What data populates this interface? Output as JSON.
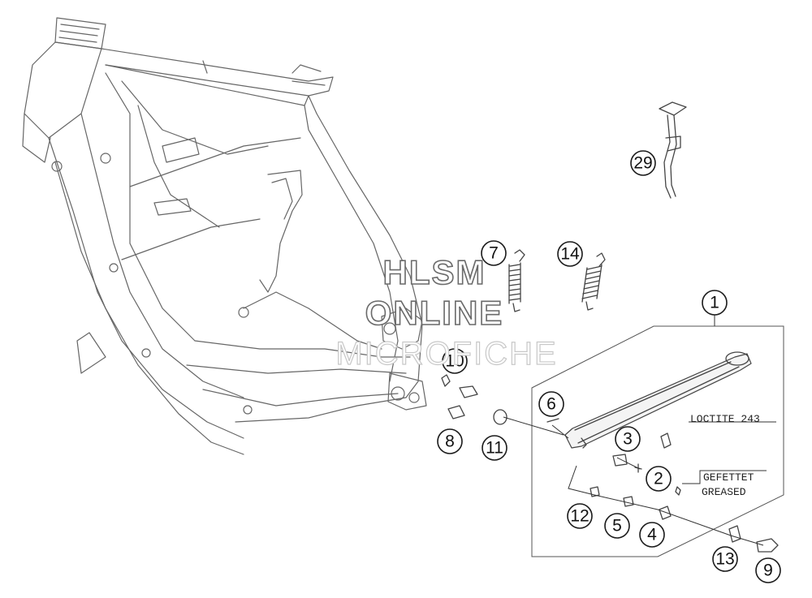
{
  "watermark": {
    "line1": "HLSM",
    "line2": "ONLINE",
    "line3": "MICROFICHE"
  },
  "notes": {
    "loctite": "LOCTITE 243",
    "gefettet": "GEFETTET",
    "greased": "GREASED"
  },
  "callouts": {
    "c1": "1",
    "c2": "2",
    "c3": "3",
    "c4": "4",
    "c5": "5",
    "c6": "6",
    "c7": "7",
    "c8": "8",
    "c9": "9",
    "c10": "10",
    "c11": "11",
    "c12": "12",
    "c13": "13",
    "c14": "14",
    "c29": "29"
  }
}
